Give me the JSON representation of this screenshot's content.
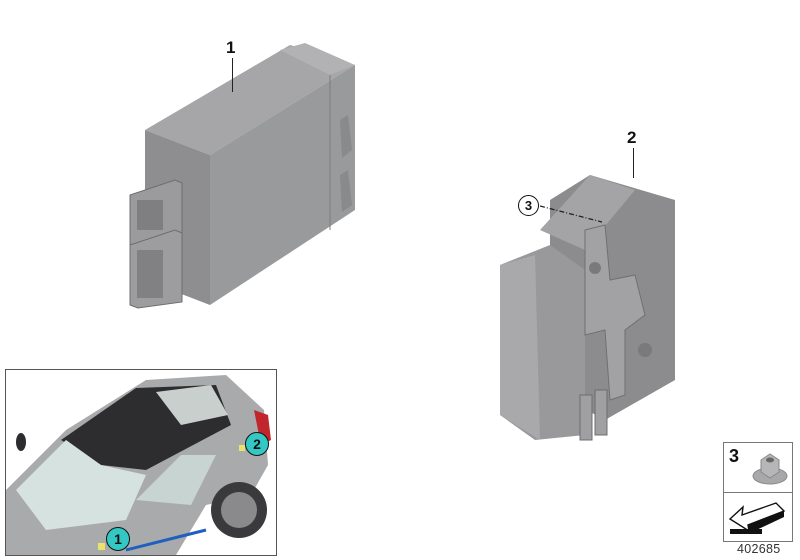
{
  "diagram": {
    "id": "402685",
    "parts": [
      {
        "number": "1",
        "description": "control unit module (rectangular housing with connectors)"
      },
      {
        "number": "2",
        "description": "control unit module with mounting bracket"
      },
      {
        "number": "3",
        "description": "hex collar nut"
      }
    ],
    "callouts": {
      "part1": "1",
      "part2": "2",
      "part3": "3"
    },
    "inset": {
      "description": "vehicle location overview",
      "markers": [
        "1",
        "2"
      ],
      "colors": {
        "marker_fill": "#33c8c4",
        "body": "#a9aaac",
        "roof": "#2d2d2f",
        "glass": "#d6e2e0",
        "taillight": "#c0262b",
        "accent_blue": "#1f5fbf"
      }
    },
    "legend": {
      "item_number": "3",
      "item_icon": "hex-collar-nut-icon",
      "arrow_icon": "direction-arrow-icon"
    }
  }
}
